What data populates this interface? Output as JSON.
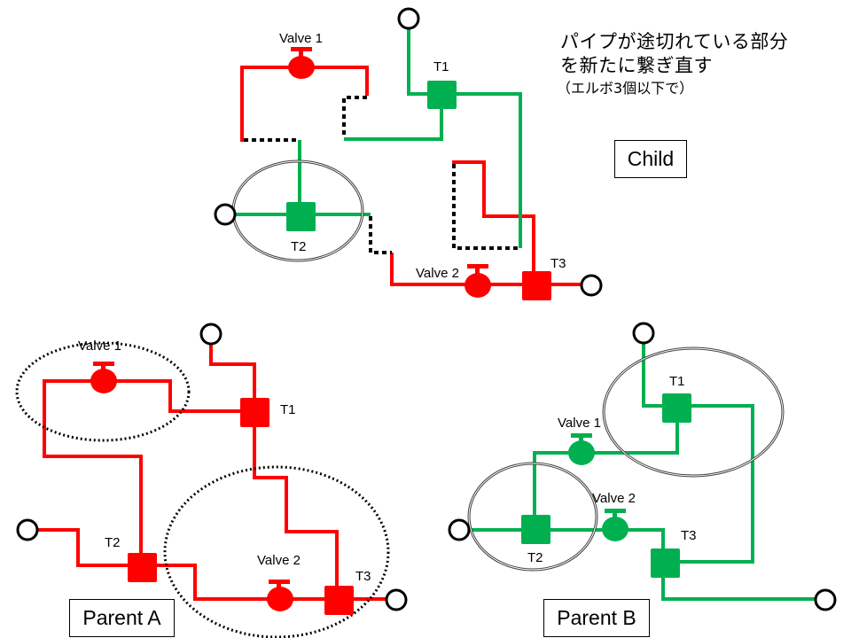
{
  "instruction": {
    "line1": "パイプが途切れている部分",
    "line2": "を新たに繋ぎ直す",
    "line3": "（エルボ3個以下で）"
  },
  "colors": {
    "red_pipe": "#ff0000",
    "green_pipe": "#00b050",
    "outline": "#000000",
    "ellipse": "#404040"
  },
  "panels": {
    "child": {
      "label": "Child",
      "components": {
        "valve1": "Valve 1",
        "valve2": "Valve 2",
        "t1": "T1",
        "t2": "T2",
        "t3": "T3"
      }
    },
    "parent_a": {
      "label": "Parent A",
      "pipe_color": "red",
      "components": {
        "valve1": "Valve 1",
        "valve2": "Valve 2",
        "t1": "T1",
        "t2": "T2",
        "t3": "T3"
      }
    },
    "parent_b": {
      "label": "Parent B",
      "pipe_color": "green",
      "components": {
        "valve1": "Valve 1",
        "valve2": "Valve 2",
        "t1": "T1",
        "t2": "T2",
        "t3": "T3"
      }
    }
  }
}
